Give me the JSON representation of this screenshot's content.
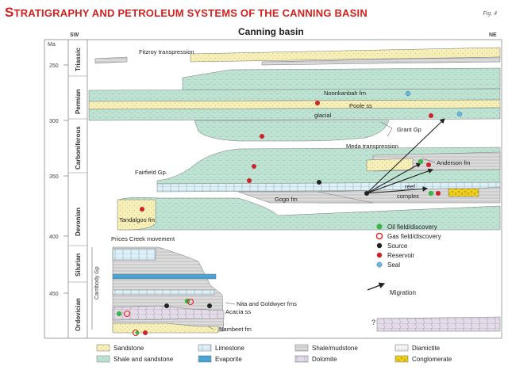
{
  "header": {
    "title_first": "S",
    "title_rest": "TRATIGRAPHY AND PETROLEUM SYSTEMS OF THE CANNING BASIN",
    "fig_label": "Fig. 4"
  },
  "diagram": {
    "title": "Canning basin",
    "sw_label": "SW",
    "ne_label": "NE",
    "ma_label": "Ma",
    "ages": [
      "250",
      "300",
      "350",
      "400",
      "450"
    ],
    "periods": [
      "Triassic",
      "Permian",
      "Carboniferous",
      "Devonian",
      "Silurian",
      "Ordovician"
    ],
    "group_label": "Carribody Gp",
    "question_mark": "?",
    "annotations": {
      "fitzroy": "Fitzroy transpression",
      "noonkanbah": "Noonkanbah fm",
      "poole": "Poole ss",
      "glacial": "glacial",
      "grant": "Grant Gp",
      "meda": "Meda transpression",
      "anderson": "Anderson fm",
      "fairfield": "Fairfield Gp.",
      "reef": "reef",
      "complex": "complex",
      "gogo": "Gogo fm",
      "tandalgoo": "Tandalgoo fm",
      "prices_creek": "Prices Creek movement",
      "nita": "Nita and Goldwyer fms",
      "acacia": "Acacia ss",
      "nambeet": "Nambeet fm"
    }
  },
  "symbol_legend": [
    {
      "label": "Oil field/discovery",
      "kind": "filled",
      "color": "#3db54a"
    },
    {
      "label": "Gas field/discovery",
      "kind": "ring",
      "color": "#e02020"
    },
    {
      "label": "Source",
      "kind": "filled",
      "color": "#222222"
    },
    {
      "label": "Reservoir",
      "kind": "filled",
      "color": "#d0202a"
    },
    {
      "label": "Seal",
      "kind": "filled",
      "color": "#6fb6de"
    },
    {
      "label": "Migration",
      "kind": "arrow",
      "color": "#222222"
    }
  ],
  "lithology_legend": [
    {
      "label": "Sandstone",
      "pattern": "sandstone"
    },
    {
      "label": "Limestone",
      "pattern": "limestone"
    },
    {
      "label": "Shale/mudstone",
      "pattern": "shale"
    },
    {
      "label": "Diamictite",
      "pattern": "diamictite"
    },
    {
      "label": "Shale and sandstone",
      "pattern": "shalesand"
    },
    {
      "label": "Evaporite",
      "pattern": "evaporite"
    },
    {
      "label": "Dolomite",
      "pattern": "dolomite"
    },
    {
      "label": "Conglomerate",
      "pattern": "conglomerate"
    }
  ],
  "colors": {
    "title_red": "#d4201f",
    "sandstone": "#f7efb8",
    "shale_sand": "#bfe3d3",
    "limestone": "#dff0f7",
    "evaporite": "#4aa6d6",
    "shale": "#dcdcdc",
    "dolomite": "#e3dce8",
    "conglomerate": "#f2d21a"
  }
}
